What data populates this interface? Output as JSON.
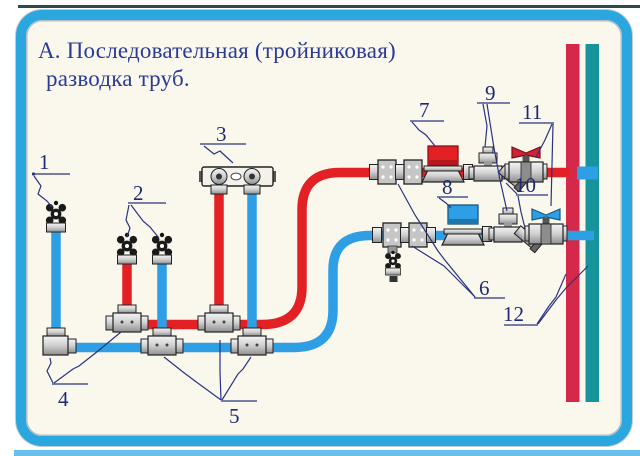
{
  "title": {
    "line1": "А. Последовательная (тройниковая)",
    "line2": "разводка труб."
  },
  "callouts": [
    "1",
    "2",
    "3",
    "4",
    "5",
    "6",
    "7",
    "8",
    "9",
    "10",
    "11",
    "12"
  ],
  "colors": {
    "frame": "#2BA7E0",
    "hot_pipe": "#E32125",
    "cold_pipe": "#2E9FE4",
    "hot_riser": "#D5294B",
    "cold_riser": "#17939C",
    "hot_meter": "#E32125",
    "cold_meter": "#2E9FE4",
    "label_text": "#1E2A70",
    "background": "#FAF7ED"
  }
}
